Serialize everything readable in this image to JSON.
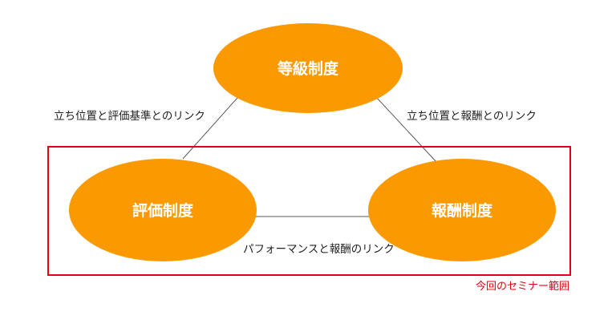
{
  "colors": {
    "node_fill": "#fb9a00",
    "node_text": "#ffffff",
    "connector": "#595959",
    "scope_border": "#e60012",
    "scope_text": "#e60012",
    "label_text": "#222222"
  },
  "nodes": {
    "grade": {
      "label": "等級制度"
    },
    "evaluation": {
      "label": "評価制度"
    },
    "compensation": {
      "label": "報酬制度"
    }
  },
  "links": {
    "grade_evaluation": {
      "label": "立ち位置と評価基準とのリンク"
    },
    "grade_compensation": {
      "label": "立ち位置と報酬とのリンク"
    },
    "evaluation_compensation": {
      "label": "パフォーマンスと報酬のリンク"
    }
  },
  "scope": {
    "label": "今回のセミナー範囲"
  }
}
